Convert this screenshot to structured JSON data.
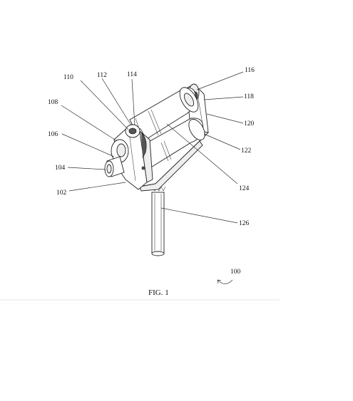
{
  "figure": {
    "caption": "FIG. 1",
    "reference": "100"
  },
  "labels": [
    {
      "id": "110",
      "text": "110"
    },
    {
      "id": "112",
      "text": "112"
    },
    {
      "id": "114",
      "text": "114"
    },
    {
      "id": "108",
      "text": "108"
    },
    {
      "id": "106",
      "text": "106"
    },
    {
      "id": "104",
      "text": "104"
    },
    {
      "id": "102",
      "text": "102"
    },
    {
      "id": "116",
      "text": "116"
    },
    {
      "id": "118",
      "text": "118"
    },
    {
      "id": "120",
      "text": "120"
    },
    {
      "id": "122",
      "text": "122"
    },
    {
      "id": "124",
      "text": "124"
    },
    {
      "id": "126",
      "text": "126"
    }
  ]
}
